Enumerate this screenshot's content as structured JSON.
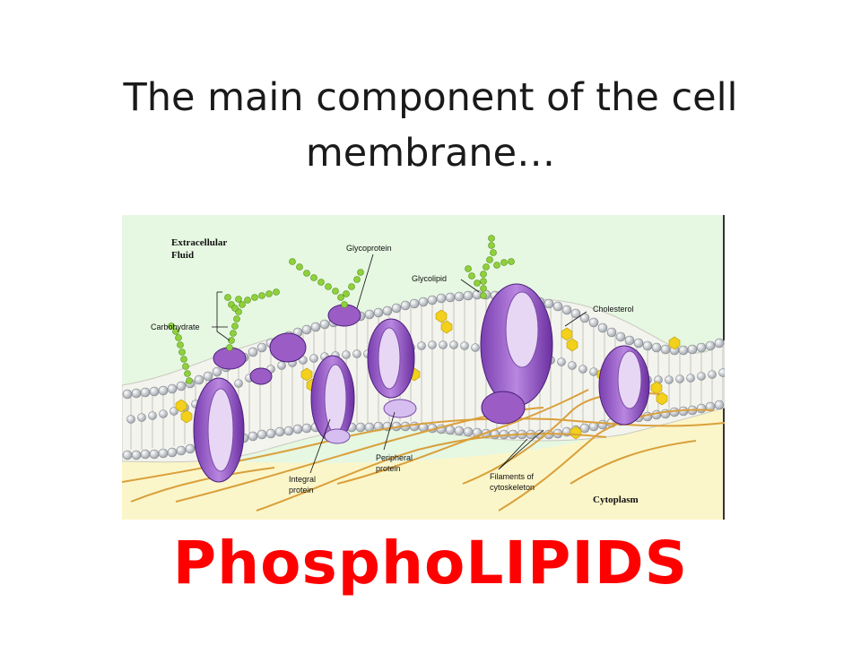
{
  "slide": {
    "title_line1": "The main component of the cell",
    "title_line2": "membrane…",
    "answer": "PhosphoLIPIDS"
  },
  "diagram": {
    "regions": {
      "extracellular_line1": "Extracellular",
      "extracellular_line2": "Fluid",
      "cytoplasm": "Cytoplasm"
    },
    "labels": {
      "carbohydrate": "Carbohydrate",
      "glycoprotein": "Glycoprotein",
      "glycolipid": "Glycolipid",
      "cholesterol": "Cholesterol",
      "integral_line1": "Integral",
      "integral_line2": "protein",
      "peripheral_line1": "Peripheral",
      "peripheral_line2": "protein",
      "filaments_line1": "Filaments of",
      "filaments_line2": "cytoskeleton"
    },
    "colors": {
      "extracellular": "#e6f7e2",
      "cytoplasm": "#fbf6c9",
      "protein": "#9b5cc6",
      "carbohydrate": "#8fd13a",
      "cholesterol": "#f2d01c",
      "filament": "#d9a03c"
    }
  }
}
